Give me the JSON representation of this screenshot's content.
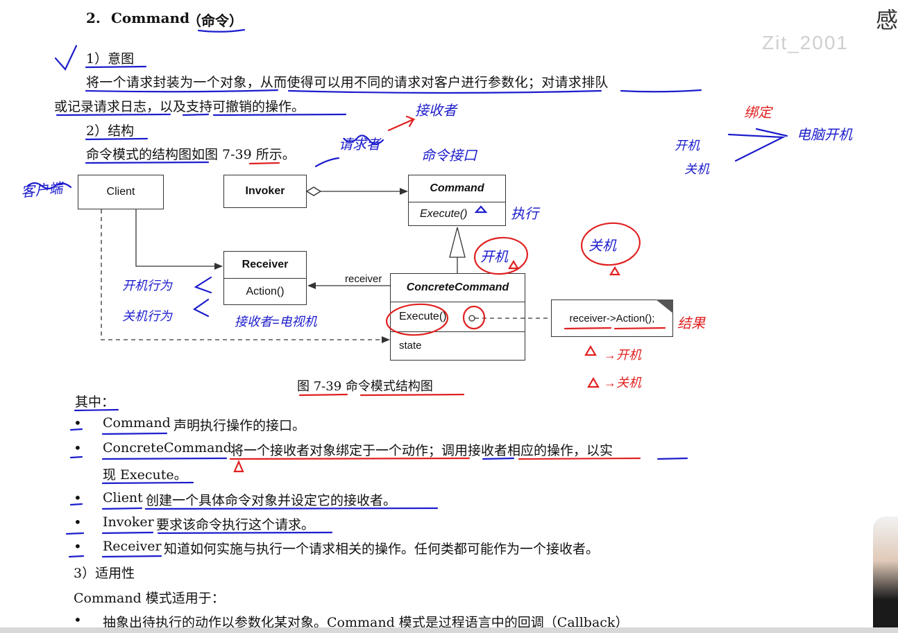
{
  "section": {
    "number": "2.",
    "title_en": "Command",
    "title_cn": "（命令）"
  },
  "intent": {
    "heading": "1）意图",
    "line1": "将一个请求封装为一个对象，从而使得可以用不同的请求对客户进行参数化；对请求排队",
    "line2": "或记录请求日志，以及支持可撤销的操作。"
  },
  "structure": {
    "heading": "2）结构",
    "text": "命令模式的结构图如图 7-39 所示。"
  },
  "diagram": {
    "client": "Client",
    "invoker": "Invoker",
    "command": "Command",
    "command_op": "Execute()",
    "receiver": "Receiver",
    "receiver_op": "Action()",
    "concrete": "ConcreteCommand",
    "concrete_op": "Execute()",
    "concrete_state": "state",
    "receiver_label": "receiver",
    "note": "receiver->Action();",
    "caption": "图 7-39   命令模式结构图"
  },
  "participants": {
    "heading": "其中：",
    "items": [
      {
        "name": "Command",
        "desc": "声明执行操作的接口。"
      },
      {
        "name": "ConcreteCommand",
        "desc": "将一个接收者对象绑定于一个动作；调用接收者相应的操作，以实"
      },
      {
        "name": "",
        "desc": "现 Execute。"
      },
      {
        "name": "Client",
        "desc": "创建一个具体命令对象并设定它的接收者。"
      },
      {
        "name": "Invoker",
        "desc": "要求该命令执行这个请求。"
      },
      {
        "name": "Receiver",
        "desc": "知道如何实施与执行一个请求相关的操作。任何类都可能作为一个接收者。"
      }
    ]
  },
  "applicability": {
    "heading": "3）适用性",
    "intro": "Command 模式适用于：",
    "item1": "抽象出待执行的动作以参数化某对象。Command 模式是过程语言中的回调（Callback）"
  },
  "annotations": {
    "client_note": "客户端",
    "requester": "请求者",
    "receiver_note": "接收者",
    "command_iface": "命令接口",
    "execute_note": "执行",
    "power_on_cmd": "开机",
    "power_off_cmd": "关机",
    "bind_note": "绑定",
    "on_key": "开机",
    "off_key": "关机",
    "computer_on": "电脑开机",
    "rx_on": "开机行为",
    "rx_off": "关机行为",
    "rx_computer": "接收者=电视机",
    "result": "结果",
    "tri_on": "→开机",
    "tri_off": "→关机"
  },
  "watermark": {
    "top": "感",
    "faded": "Zit_2001"
  },
  "colors": {
    "ink_blue": "#1c1ccc",
    "ink_red": "#e02020",
    "text": "#111111"
  }
}
